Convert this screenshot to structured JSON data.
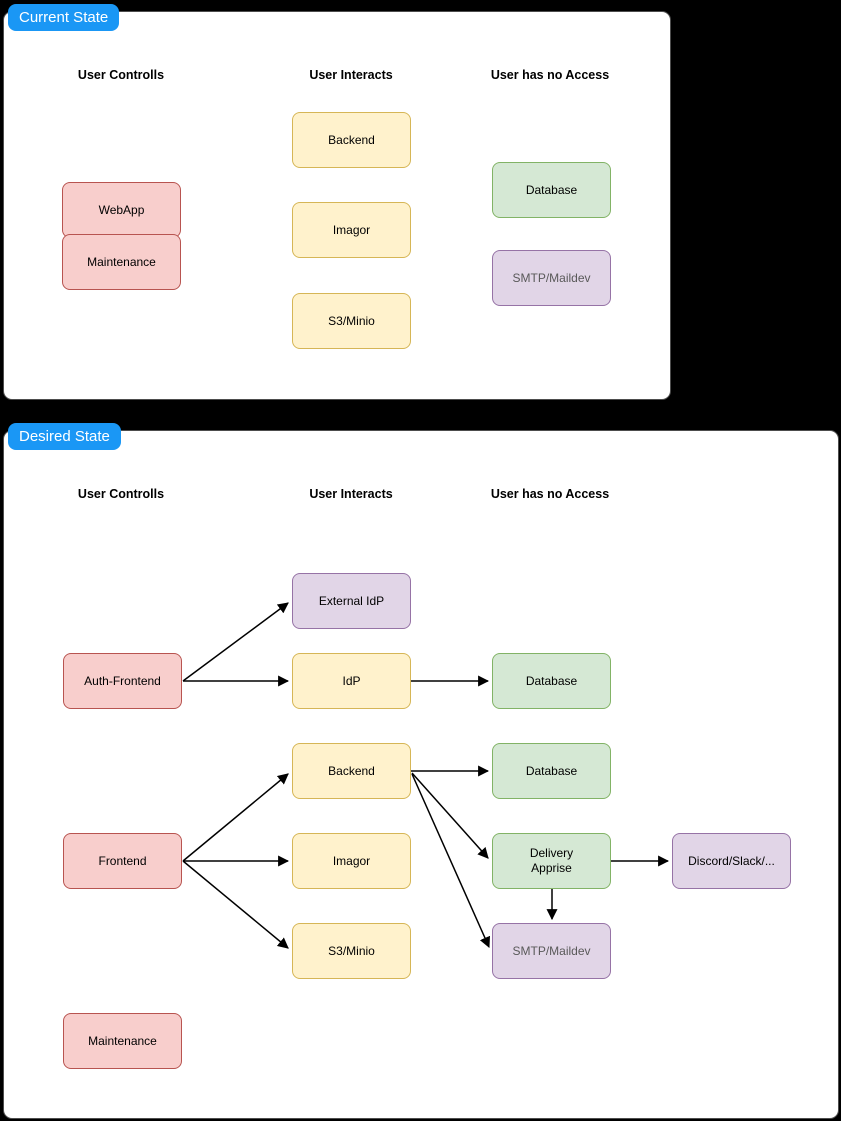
{
  "colors": {
    "background": "#000000",
    "panel_background": "#ffffff",
    "panel_border": "#4d4d4d",
    "tab_background": "#1a97f5",
    "tab_text": "#ffffff",
    "node_red_fill": "#f8cecc",
    "node_red_stroke": "#b85450",
    "node_yellow_fill": "#fff2cc",
    "node_yellow_stroke": "#d6b656",
    "node_green_fill": "#d5e8d4",
    "node_green_stroke": "#82b366",
    "node_purple_fill": "#e1d5e7",
    "node_purple_stroke": "#9673a6",
    "arrow": "#000000"
  },
  "panels": [
    {
      "title": "Current State",
      "columns": [
        "User Controlls",
        "User Interacts",
        "User has no Access"
      ],
      "nodes": [
        {
          "label": "WebApp",
          "color": "red",
          "column": "User Controlls"
        },
        {
          "label": "Maintenance",
          "color": "red",
          "column": "User Controlls"
        },
        {
          "label": "Backend",
          "color": "yellow",
          "column": "User Interacts"
        },
        {
          "label": "Imagor",
          "color": "yellow",
          "column": "User Interacts"
        },
        {
          "label": "S3/Minio",
          "color": "yellow",
          "column": "User Interacts"
        },
        {
          "label": "Database",
          "color": "green",
          "column": "User has no Access"
        },
        {
          "label": "SMTP/Maildev",
          "color": "purple",
          "column": "User has no Access"
        }
      ],
      "edges": []
    },
    {
      "title": "Desired State",
      "columns": [
        "User Controlls",
        "User Interacts",
        "User has no Access"
      ],
      "nodes": [
        {
          "label": "External IdP",
          "color": "purple",
          "column": "User Interacts"
        },
        {
          "label": "Auth-Frontend",
          "color": "red",
          "column": "User Controlls"
        },
        {
          "label": "IdP",
          "color": "yellow",
          "column": "User Interacts"
        },
        {
          "label": "Database",
          "color": "green",
          "column": "User has no Access"
        },
        {
          "label": "Backend",
          "color": "yellow",
          "column": "User Interacts"
        },
        {
          "label": "Database",
          "color": "green",
          "column": "User has no Access"
        },
        {
          "label": "Frontend",
          "color": "red",
          "column": "User Controlls"
        },
        {
          "label": "Imagor",
          "color": "yellow",
          "column": "User Interacts"
        },
        {
          "label": "Delivery\nApprise",
          "color": "green",
          "column": "User has no Access"
        },
        {
          "label": "Discord/Slack/...",
          "color": "purple",
          "column": "right of User has no Access"
        },
        {
          "label": "S3/Minio",
          "color": "yellow",
          "column": "User Interacts"
        },
        {
          "label": "SMTP/Maildev",
          "color": "purple",
          "column": "User has no Access"
        },
        {
          "label": "Maintenance",
          "color": "red",
          "column": "User Controlls"
        }
      ],
      "edges": [
        {
          "from": "Auth-Frontend",
          "to": "External IdP"
        },
        {
          "from": "Auth-Frontend",
          "to": "IdP"
        },
        {
          "from": "IdP",
          "to": "Database"
        },
        {
          "from": "Frontend",
          "to": "Backend"
        },
        {
          "from": "Frontend",
          "to": "Imagor"
        },
        {
          "from": "Frontend",
          "to": "S3/Minio"
        },
        {
          "from": "Backend",
          "to": "Database"
        },
        {
          "from": "Backend",
          "to": "Delivery Apprise"
        },
        {
          "from": "Backend",
          "to": "SMTP/Maildev"
        },
        {
          "from": "Delivery Apprise",
          "to": "Discord/Slack/..."
        },
        {
          "from": "Delivery Apprise",
          "to": "SMTP/Maildev"
        }
      ]
    }
  ]
}
